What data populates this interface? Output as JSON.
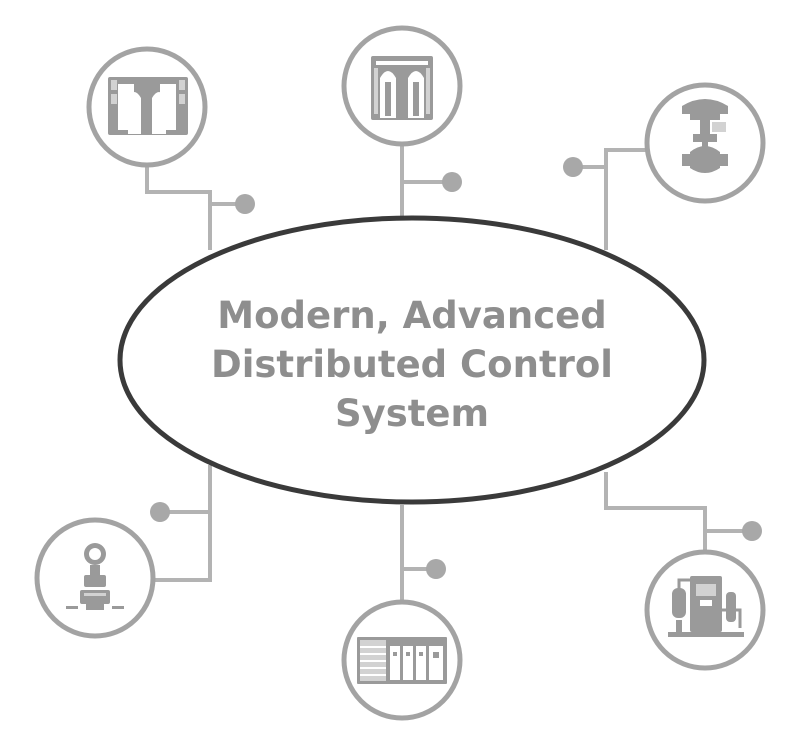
{
  "center": {
    "lines": [
      "Modern, Advanced",
      "Distributed Control",
      "System"
    ]
  },
  "devices": [
    {
      "id": "controller-module",
      "icon": "controller-module-icon"
    },
    {
      "id": "io-module",
      "icon": "io-module-icon"
    },
    {
      "id": "control-valve",
      "icon": "control-valve-icon"
    },
    {
      "id": "pressure-transmitter",
      "icon": "pressure-transmitter-icon"
    },
    {
      "id": "io-rack",
      "icon": "io-rack-icon"
    },
    {
      "id": "process-skid",
      "icon": "process-skid-icon"
    }
  ],
  "colors": {
    "connector": "#b3b3b3",
    "ellipse_stroke": "#3a3a3a",
    "node_ring": "#a3a3a3",
    "text": "#8e8e8e"
  }
}
